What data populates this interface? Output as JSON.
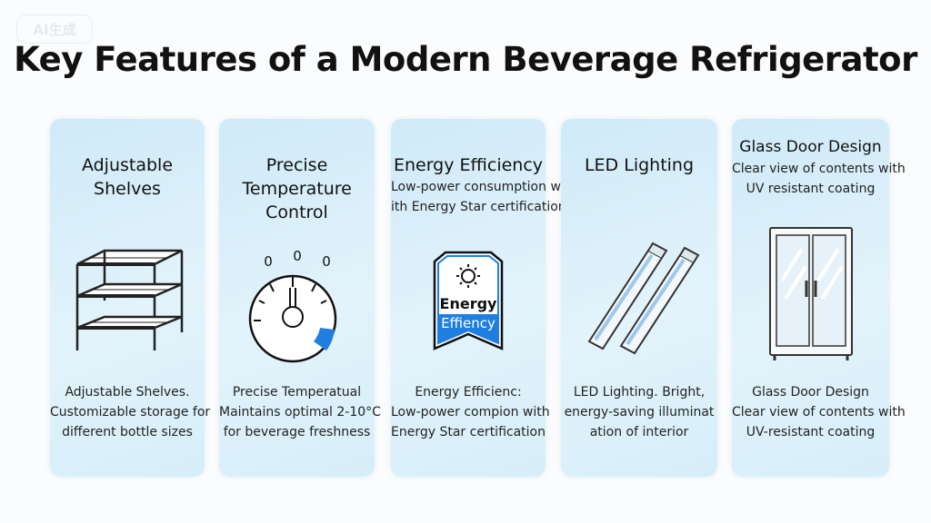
{
  "watermark": "AI生成",
  "title": "Key Features of a Modern Beverage Refrigerator",
  "cards": [
    {
      "heading": "Adjustable Shelves",
      "subheading": [],
      "desc": [
        "Adjustable Shelves.",
        "Customizable storage for",
        "different bottle sizes"
      ],
      "icon": "shelf-icon"
    },
    {
      "heading": "Precise Temperature Control",
      "subheading": [],
      "desc": [
        "Precise Temperatual",
        "Maintains optimal 2-10°C",
        "for beverage freshness"
      ],
      "icon": "thermostat-dial-icon",
      "dial_marks": [
        "0",
        "0",
        "0"
      ]
    },
    {
      "heading": "Energy Efficiency",
      "subheading": [
        "Low-power consumption wi",
        "ith Energy Star certification"
      ],
      "desc": [
        "Energy Efficienc:",
        "Low-power compion with",
        "Energy Star certification"
      ],
      "icon": "energy-badge-icon",
      "badge": [
        "Energy",
        "Effiency"
      ]
    },
    {
      "heading": "LED Lighting",
      "subheading": [],
      "desc": [
        "LED Lighting. Bright,",
        "energy-saving illuminat",
        "ation of interior"
      ],
      "icon": "led-tube-icon"
    },
    {
      "heading": "Glass Door Design",
      "subheading": [
        "Clear view of contents with",
        "UV resistant coating"
      ],
      "desc": [
        "Glass Door Design",
        "Clear view of contents with",
        "UV-resistant coating"
      ],
      "icon": "glass-door-icon"
    }
  ],
  "colors": {
    "accent": "#1e7fe0",
    "card": "#d6eef9"
  }
}
